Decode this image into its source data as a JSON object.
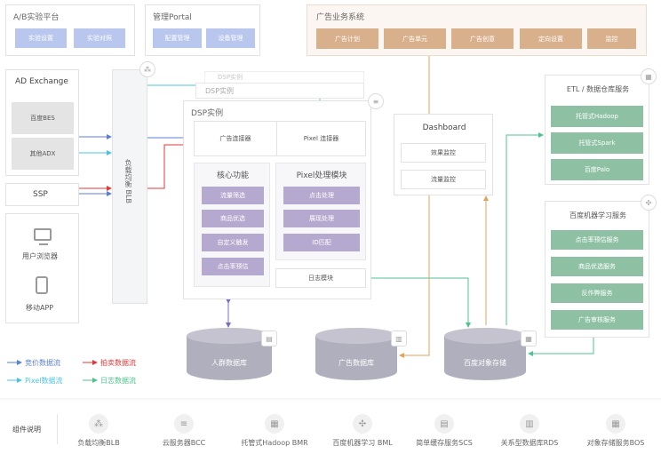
{
  "ab_platform": {
    "title": "A/B实验平台",
    "buttons": [
      "实验设置",
      "实验对照"
    ]
  },
  "portal": {
    "title": "管理Portal",
    "buttons": [
      "配置管理",
      "设备管理"
    ]
  },
  "business": {
    "title": "广告业务系统",
    "buttons": [
      "广告计划",
      "广告单元",
      "广告创意",
      "定向设置",
      "监控"
    ]
  },
  "ad_exchange": {
    "title": "AD Exchange",
    "items": [
      "百度BES",
      "其他ADX"
    ]
  },
  "ssp": {
    "label": "SSP"
  },
  "clients": {
    "browser": "用户浏览器",
    "app": "移动APP"
  },
  "blb": {
    "label": "负载均衡 BLB"
  },
  "dsp_stack": {
    "back2": "DSP实例",
    "back1": "DSP实例",
    "front": "DSP实例"
  },
  "dsp": {
    "ad_connector": "广告连接器",
    "pixel_connector": "Pixel 连接器",
    "core_title": "核心功能",
    "core_items": [
      "流量筛选",
      "商品优选",
      "自定义触发",
      "点击率预估"
    ],
    "pixel_title": "Pixel处理模块",
    "pixel_items": [
      "点击处理",
      "展现处理",
      "ID匹配"
    ],
    "log": "日志模块"
  },
  "dashboard": {
    "title": "Dashboard",
    "items": [
      "效果监控",
      "流量监控"
    ]
  },
  "etl": {
    "title": "ETL / 数据仓库服务",
    "items": [
      "托管式Hadoop",
      "托管式Spark",
      "百度Palo"
    ]
  },
  "ml": {
    "title": "百度机器学习服务",
    "items": [
      "点击率预估服务",
      "商品优选服务",
      "反作弊服务",
      "广告审核服务"
    ]
  },
  "databases": {
    "crowd": "人群数据库",
    "ad": "广告数据库",
    "bos": "百度对象存储"
  },
  "legend": [
    {
      "label": "竞价数据流",
      "color": "#5b7fd6"
    },
    {
      "label": "拍卖数据流",
      "color": "#e03a3a"
    },
    {
      "label": "Pixel数据流",
      "color": "#4cc3e6"
    },
    {
      "label": "日志数据流",
      "color": "#4fc38f"
    }
  ],
  "components": {
    "title": "组件说明",
    "items": [
      {
        "label": "负载均衡BLB",
        "icon": "load-balancer-icon"
      },
      {
        "label": "云服务器BCC",
        "icon": "server-icon"
      },
      {
        "label": "托管式Hadoop BMR",
        "icon": "grid-icon"
      },
      {
        "label": "百度机器学习 BML",
        "icon": "network-icon"
      },
      {
        "label": "简单缓存服务SCS",
        "icon": "cache-icon"
      },
      {
        "label": "关系型数据库RDS",
        "icon": "database-icon"
      },
      {
        "label": "对象存储服务BOS",
        "icon": "storage-icon"
      }
    ]
  }
}
